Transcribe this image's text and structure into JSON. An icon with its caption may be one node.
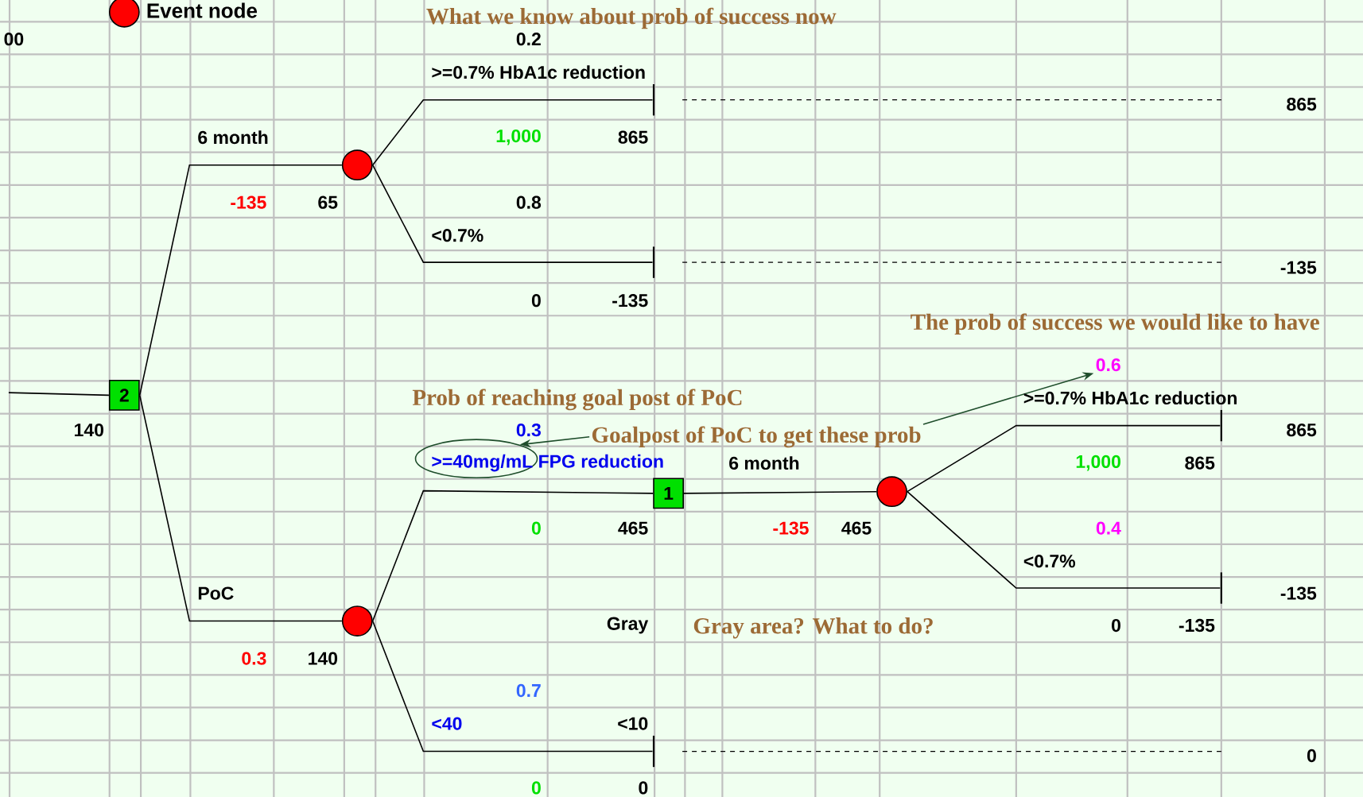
{
  "diagram": {
    "nodes": [
      {
        "text": [
          "2"
        ]
      },
      {
        "text": [],
        "shape": "circle"
      },
      {
        "text": [],
        "shape": "circle"
      },
      {
        "text": [
          "1"
        ]
      },
      {
        "text": [],
        "shape": "circle"
      },
      {
        "text": [],
        "shape": "bar"
      },
      {
        "text": [],
        "shape": "bar"
      },
      {
        "text": [],
        "shape": "bar"
      },
      {
        "text": [],
        "shape": "bar"
      },
      {
        "text": [],
        "shape": "bar"
      },
      {
        "text": [
          "Goalpost of PoC to get these prob"
        ]
      },
      {
        "text": [],
        "shape": "ellipse"
      },
      {
        "text": [
          "0.6"
        ]
      }
    ],
    "edges": [
      {
        "from": null,
        "to": 0,
        "arrow": "none"
      },
      {
        "from": 0,
        "to": 1,
        "arrow": "none",
        "label": "6 month"
      },
      {
        "from": 0,
        "to": 2,
        "arrow": "none",
        "label": "PoC"
      },
      {
        "from": 1,
        "to": 5,
        "arrow": "none",
        "label": ">=0.7% HbA1c reduction"
      },
      {
        "from": 1,
        "to": 6,
        "arrow": "none",
        "label": "<0.7%"
      },
      {
        "from": 2,
        "to": 3,
        "arrow": "none",
        "label": ">=40mg/mL FPG reduction"
      },
      {
        "from": 2,
        "to": 9,
        "arrow": "none",
        "label": "<40"
      },
      {
        "from": 3,
        "to": 4,
        "arrow": "none",
        "label": "6 month"
      },
      {
        "from": 4,
        "to": 7,
        "arrow": "none",
        "label": ">=0.7% HbA1c reduction"
      },
      {
        "from": 4,
        "to": 8,
        "arrow": "none",
        "label": "<0.7%"
      },
      {
        "from": 10,
        "to": 11,
        "arrow": "to",
        "color": "#1e4d2b"
      },
      {
        "from": 10,
        "to": 12,
        "arrow": "to",
        "color": "#1e4d2b"
      }
    ],
    "labels": [
      "00",
      "What we know about prob of success now",
      "0.2",
      "865",
      "1,000",
      "865",
      "-135",
      "65",
      "0.8",
      "-135",
      "0",
      "-135",
      "The prob of success we would like to have",
      "Prob of reaching goal post of PoC",
      "140",
      "0.3",
      "865",
      "1,000",
      "865",
      "0",
      "465",
      "-135",
      "465",
      "0.4",
      "-135",
      "Gray",
      "Gray area? What to do?",
      "0",
      "-135",
      "0.3",
      "140",
      "0.7",
      "<10",
      "0",
      "0",
      "0"
    ],
    "legend": [
      {
        "text": "Event node"
      }
    ]
  }
}
